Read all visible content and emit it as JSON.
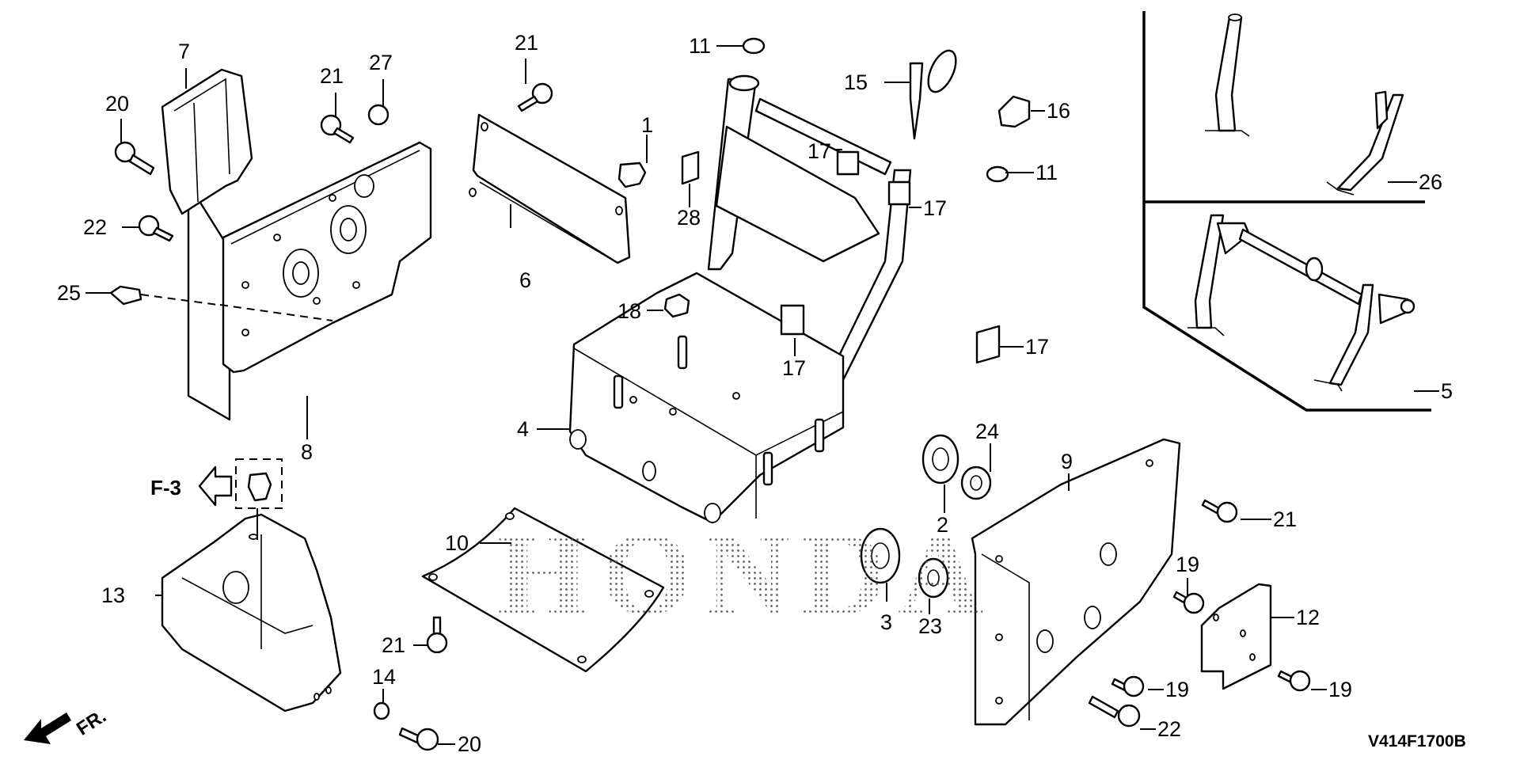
{
  "diagram": {
    "title": "Honda parts exploded view - frame / side plates",
    "watermark": "HONDA",
    "diagram_code": "V414F1700B",
    "ref_arrow_label": "F-3",
    "front_indicator": "FR.",
    "callouts": [
      {
        "id": "c1",
        "number": "1",
        "part": "clamp"
      },
      {
        "id": "c2",
        "number": "2",
        "part": "bearing-holder"
      },
      {
        "id": "c3",
        "number": "3",
        "part": "bearing-holder"
      },
      {
        "id": "c4",
        "number": "4",
        "part": "frame-base"
      },
      {
        "id": "c5",
        "number": "5",
        "part": "handle-frame-assembly"
      },
      {
        "id": "c6",
        "number": "6",
        "part": "cover-plate"
      },
      {
        "id": "c7",
        "number": "7",
        "part": "bracket"
      },
      {
        "id": "c8",
        "number": "8",
        "part": "left-side-plate"
      },
      {
        "id": "c9",
        "number": "9",
        "part": "right-side-plate"
      },
      {
        "id": "c10",
        "number": "10",
        "part": "under-cover"
      },
      {
        "id": "c11a",
        "number": "11",
        "part": "cap"
      },
      {
        "id": "c11b",
        "number": "11",
        "part": "cap"
      },
      {
        "id": "c12",
        "number": "12",
        "part": "plate"
      },
      {
        "id": "c13",
        "number": "13",
        "part": "front-cover"
      },
      {
        "id": "c14",
        "number": "14",
        "part": "washer"
      },
      {
        "id": "c15",
        "number": "15",
        "part": "cable-tie"
      },
      {
        "id": "c16",
        "number": "16",
        "part": "clamp"
      },
      {
        "id": "c17a",
        "number": "17",
        "part": "pad"
      },
      {
        "id": "c17b",
        "number": "17",
        "part": "pad"
      },
      {
        "id": "c17c",
        "number": "17",
        "part": "pad"
      },
      {
        "id": "c17d",
        "number": "17",
        "part": "pad"
      },
      {
        "id": "c18",
        "number": "18",
        "part": "nut"
      },
      {
        "id": "c19a",
        "number": "19",
        "part": "bolt"
      },
      {
        "id": "c19b",
        "number": "19",
        "part": "bolt"
      },
      {
        "id": "c19c",
        "number": "19",
        "part": "bolt"
      },
      {
        "id": "c20a",
        "number": "20",
        "part": "bolt"
      },
      {
        "id": "c20b",
        "number": "20",
        "part": "bolt"
      },
      {
        "id": "c21a",
        "number": "21",
        "part": "bolt"
      },
      {
        "id": "c21b",
        "number": "21",
        "part": "bolt"
      },
      {
        "id": "c21c",
        "number": "21",
        "part": "bolt"
      },
      {
        "id": "c21d",
        "number": "21",
        "part": "bolt"
      },
      {
        "id": "c22a",
        "number": "22",
        "part": "bolt"
      },
      {
        "id": "c22b",
        "number": "22",
        "part": "bolt"
      },
      {
        "id": "c23",
        "number": "23",
        "part": "bearing"
      },
      {
        "id": "c24",
        "number": "24",
        "part": "bearing"
      },
      {
        "id": "c25",
        "number": "25",
        "part": "grease-nipple"
      },
      {
        "id": "c26",
        "number": "26",
        "part": "handle-pipe"
      },
      {
        "id": "c27",
        "number": "27",
        "part": "nut"
      },
      {
        "id": "c28",
        "number": "28",
        "part": "pad"
      }
    ]
  }
}
